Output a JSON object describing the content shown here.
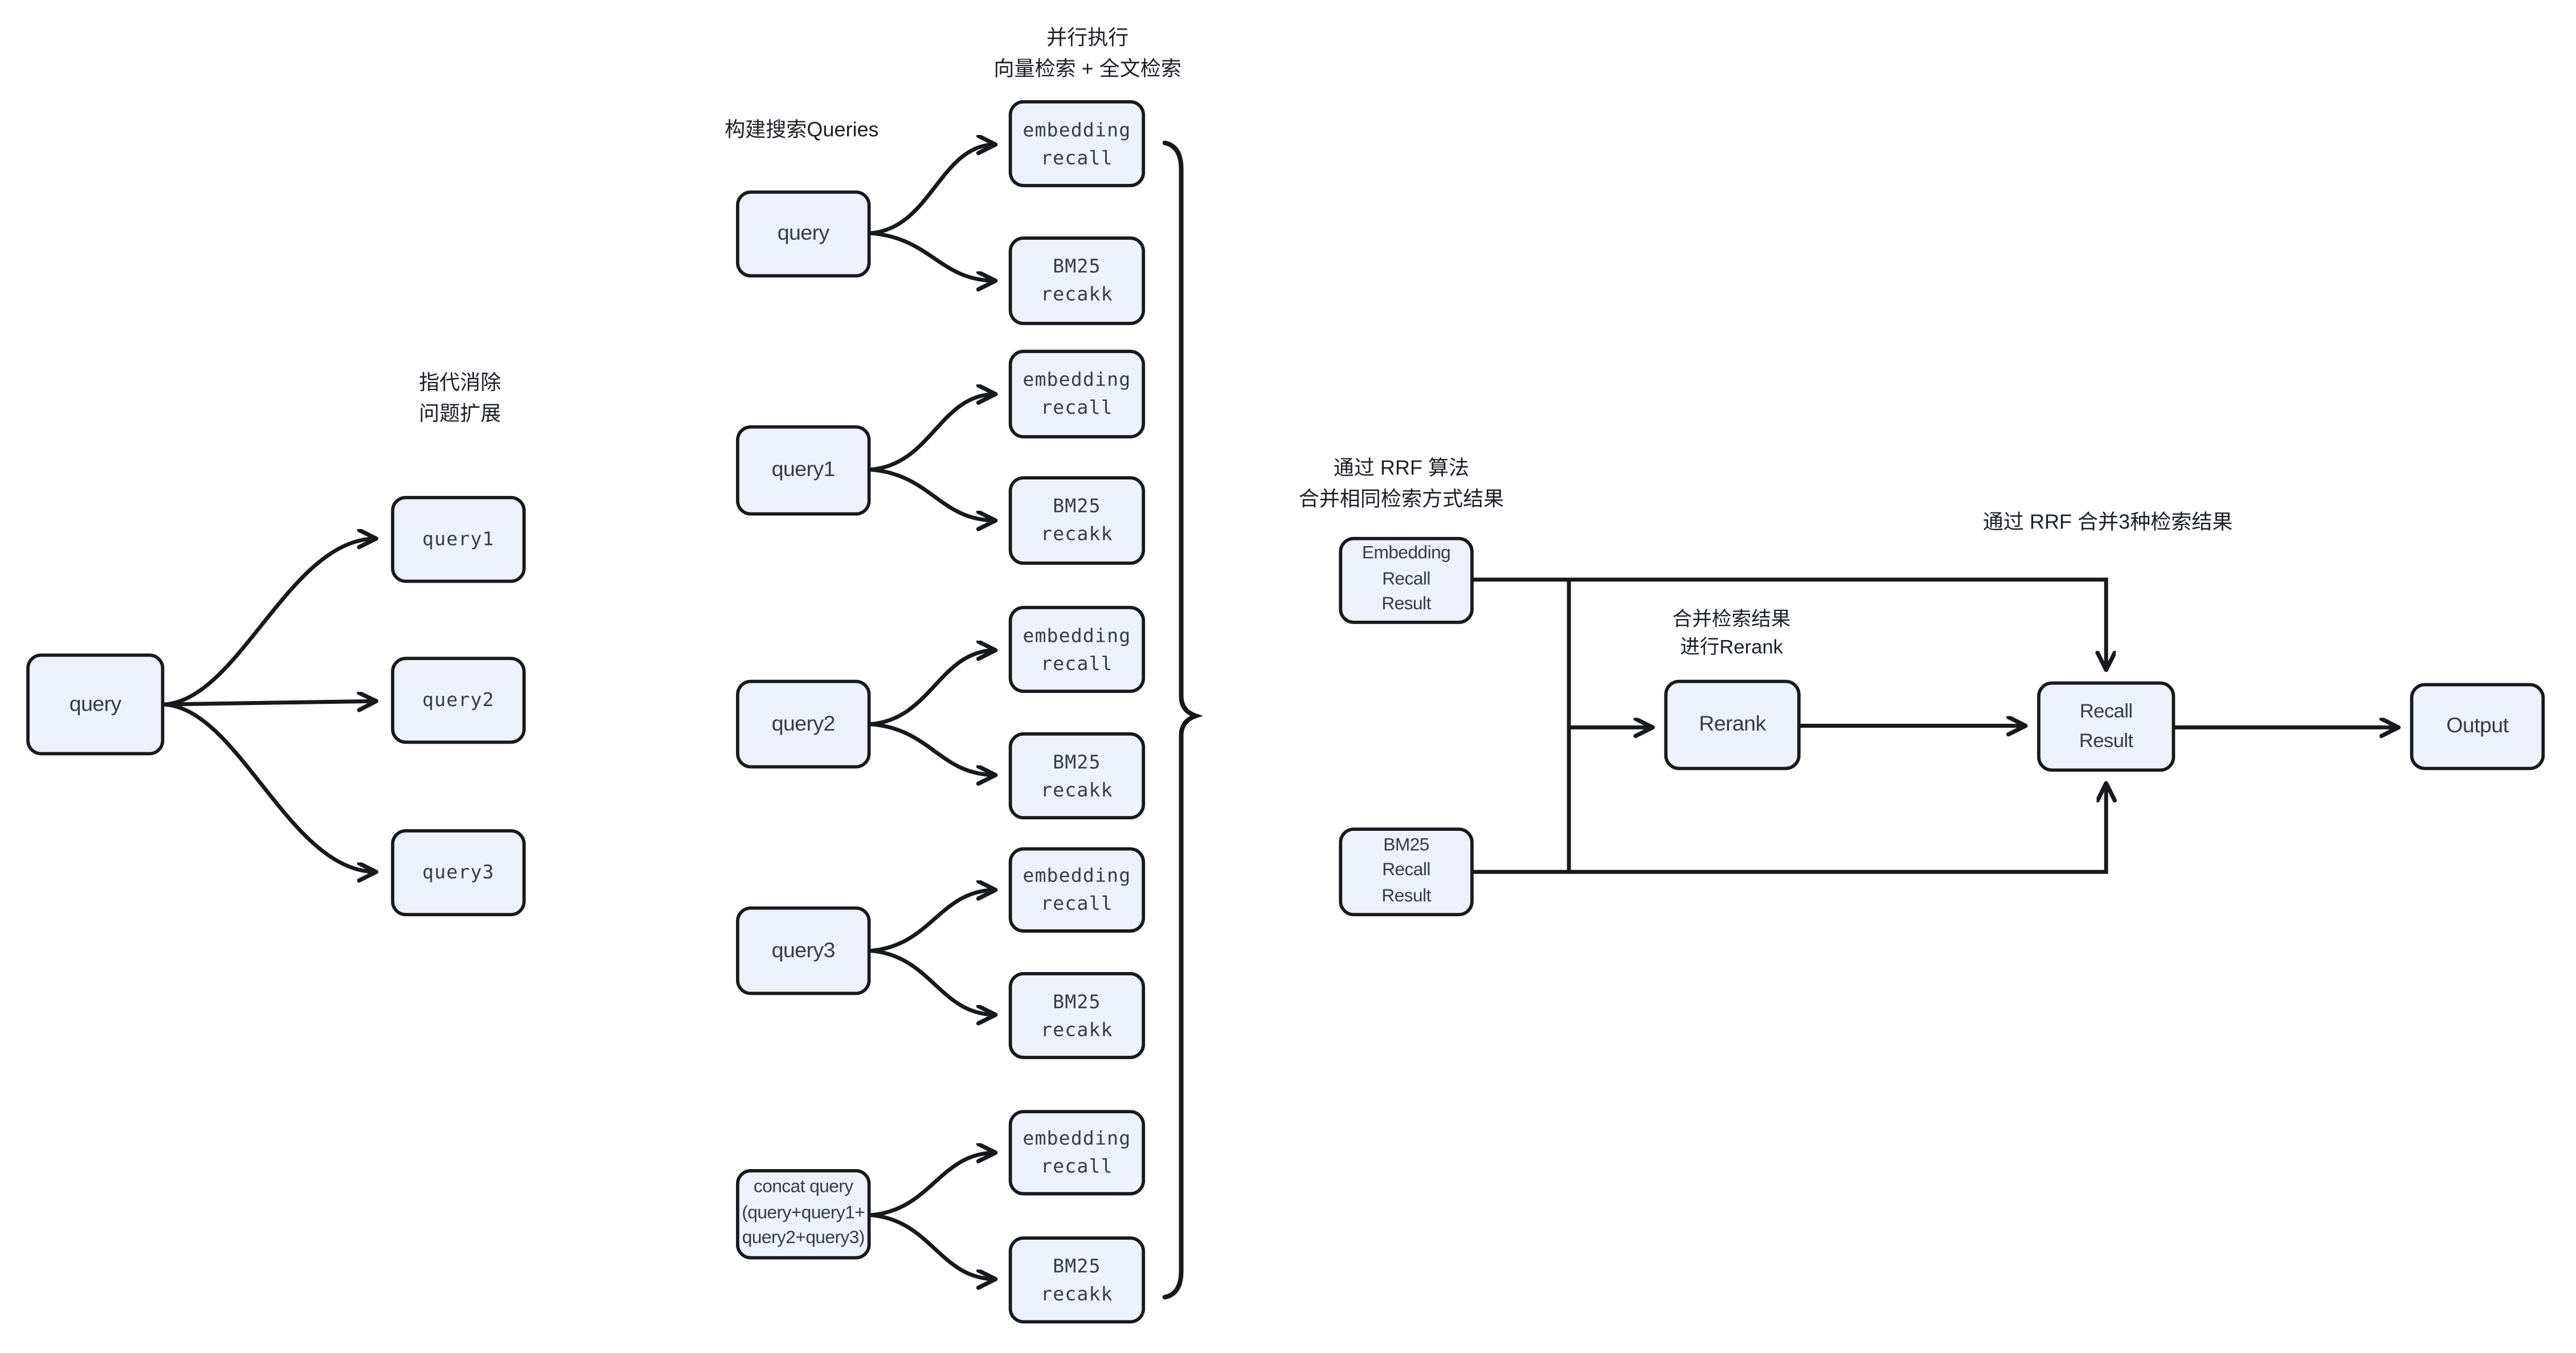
{
  "canvas": {
    "background": "#ffffff",
    "node_fill": "#edf1fb",
    "node_border": "#17191d",
    "node_text": "#353b48",
    "wire_color": "#17191d",
    "annotation_color": "#1c1f27"
  },
  "labels": {
    "coref": "指代消除\n问题扩展",
    "build_queries": "构建搜索Queries",
    "parallel": "并行执行\n向量检索 + 全文检索",
    "rrf_same_method": "通过 RRF 算法\n合并相同检索方式结果",
    "merge_rerank": "合并检索结果\n进行Rerank",
    "rrf_merge_three": "通过 RRF 合并3种检索结果"
  },
  "nodes": {
    "left_query": "query",
    "left_query1": "query1",
    "left_query2": "query2",
    "left_query3": "query3",
    "mid_query": "query",
    "mid_query1": "query1",
    "mid_query2": "query2",
    "mid_query3": "query3",
    "concat_query": "concat query\n(query+query1+\nquery2+query3)",
    "embedding_recall": "embedding\nrecall",
    "bm25_recall": "BM25\nrecakk",
    "embedding_recall_result": "Embedding\nRecall\nResult",
    "bm25_recall_result": "BM25\nRecall\nResult",
    "rerank": "Rerank",
    "recall_result": "Recall\nResult",
    "output": "Output"
  }
}
